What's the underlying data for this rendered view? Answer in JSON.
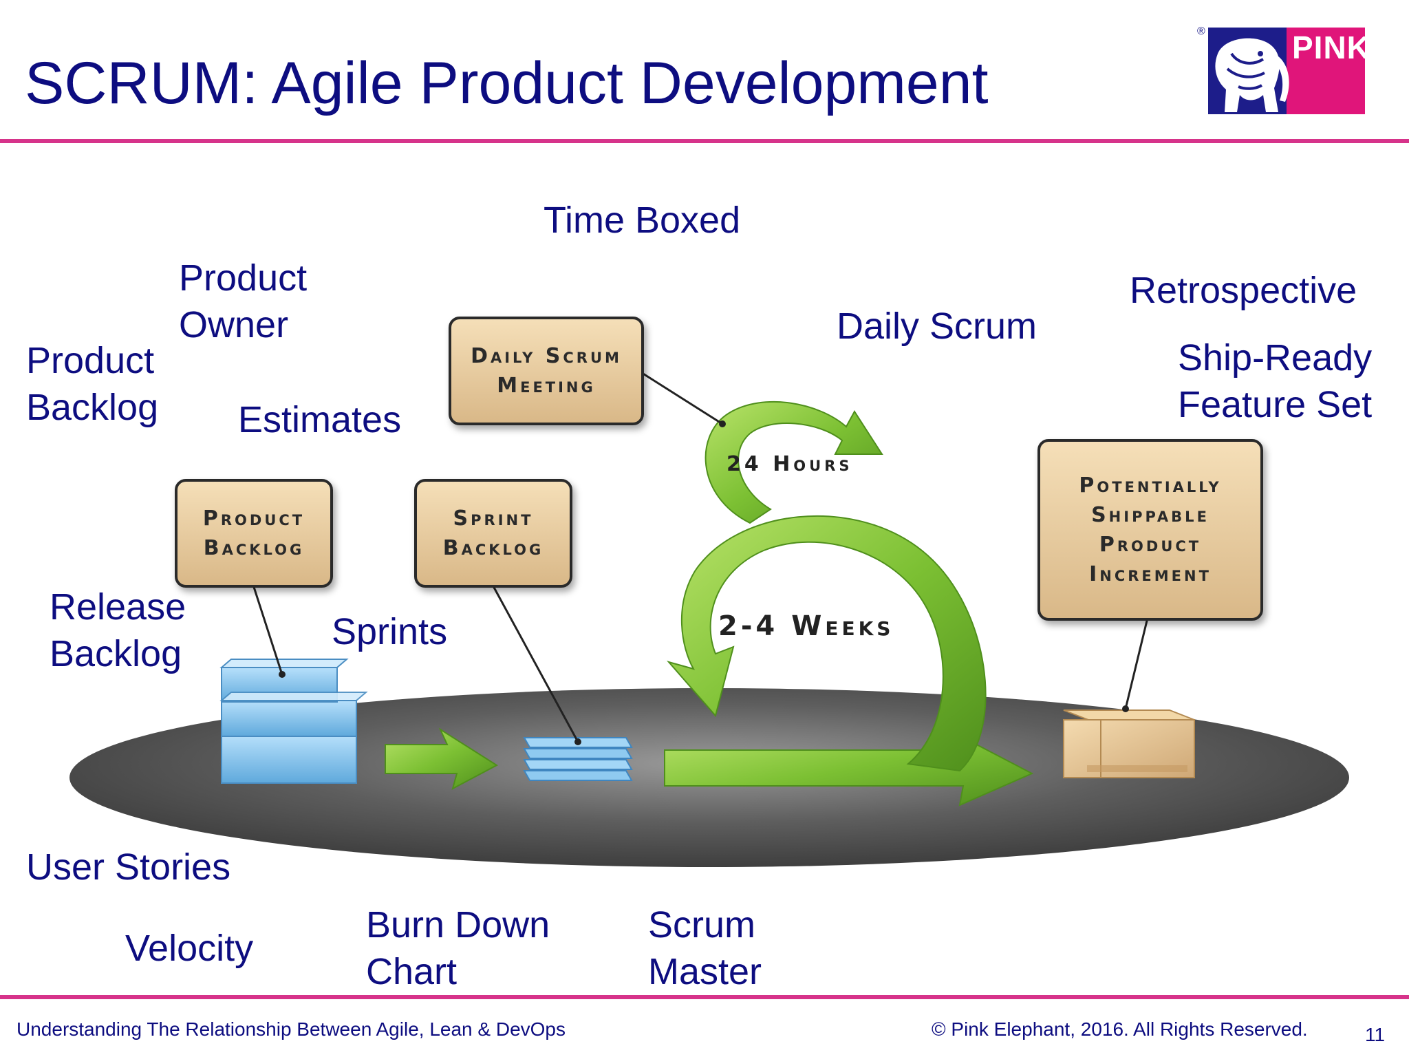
{
  "title": "SCRUM: Agile Product Development",
  "labels": {
    "time_boxed": "Time Boxed",
    "product_owner_1": "Product",
    "product_owner_2": "Owner",
    "product_backlog_1": "Product",
    "product_backlog_2": "Backlog",
    "estimates": "Estimates",
    "daily_scrum": "Daily Scrum",
    "retrospective": "Retrospective",
    "ship_ready_1": "Ship-Ready",
    "ship_ready_2": "Feature Set",
    "release_backlog_1": "Release",
    "release_backlog_2": "Backlog",
    "sprints": "Sprints",
    "user_stories": "User Stories",
    "velocity": "Velocity",
    "burn_down_1": "Burn Down",
    "burn_down_2": "Chart",
    "scrum_master_1": "Scrum",
    "scrum_master_2": "Master"
  },
  "boxes": {
    "daily_scrum_meeting": [
      "Daily Scrum",
      "Meeting"
    ],
    "product_backlog": [
      "Product",
      "Backlog"
    ],
    "sprint_backlog": [
      "Sprint",
      "Backlog"
    ],
    "increment": [
      "Potentially",
      "Shippable",
      "Product",
      "Increment"
    ]
  },
  "arrows": {
    "hours": "24 Hours",
    "weeks": "2-4 Weeks"
  },
  "logo": {
    "text": "PINK",
    "reg": "®",
    "pink_color": "#e0157a",
    "navy_color": "#1d1d8a"
  },
  "footer": {
    "left": "Understanding The Relationship Between Agile, Lean & DevOps",
    "right": "© Pink Elephant, 2016. All Rights Reserved.",
    "page": "11"
  },
  "colors": {
    "title": "#0d0d80",
    "rule": "#d6338a",
    "arrow_green": "#7cc033",
    "box_tan": "#e8c99a",
    "cube_blue": "#7fc0ea"
  }
}
